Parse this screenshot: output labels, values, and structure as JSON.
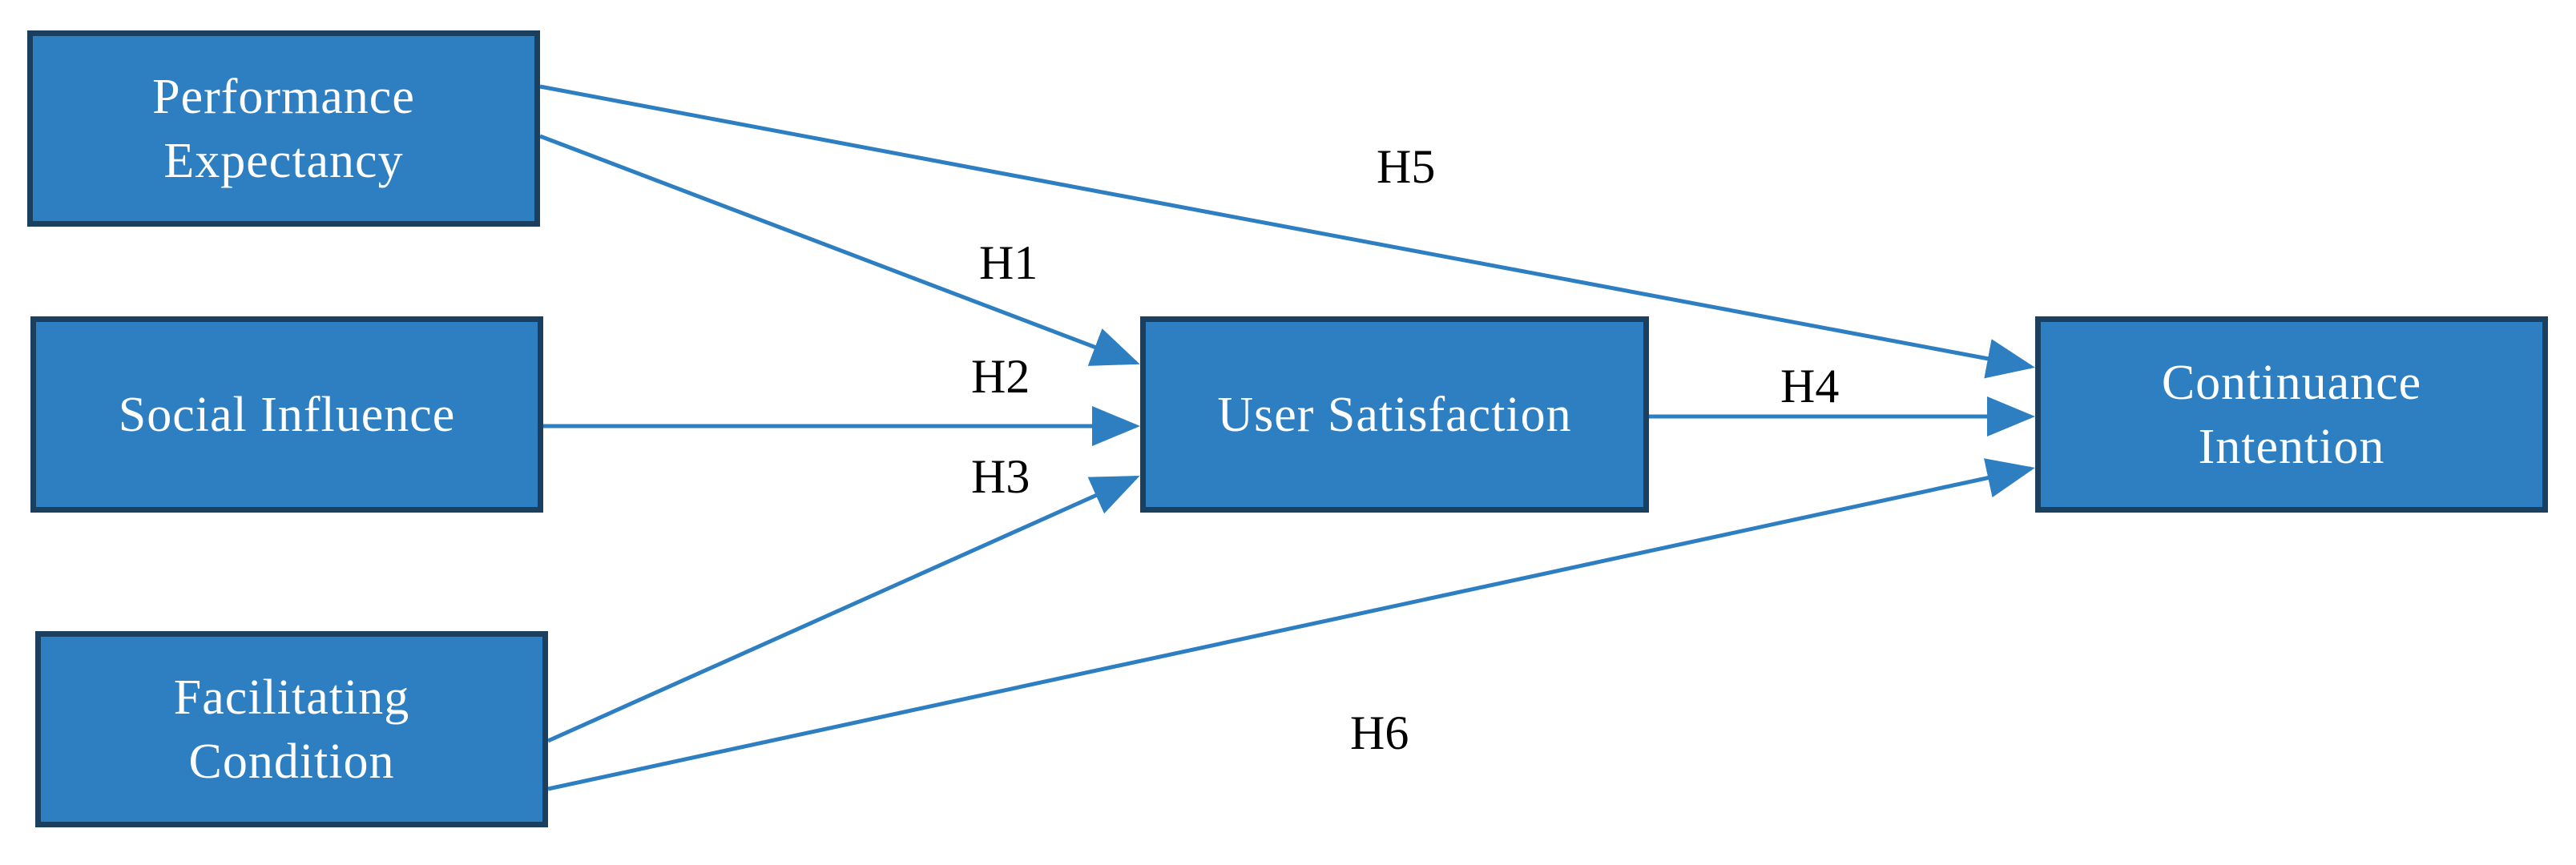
{
  "diagram": {
    "colors": {
      "box_fill": "#2e7fc1",
      "box_border": "#1b3f5f",
      "box_text": "#ffffff",
      "arrow": "#2e7fc1",
      "label_text": "#000000"
    },
    "nodes": {
      "pe": "Performance\nExpectancy",
      "si": "Social Influence",
      "fc": "Facilitating\nCondition",
      "us": "User Satisfaction",
      "ci": "Continuance\nIntention"
    },
    "hypotheses": {
      "h1": "H1",
      "h2": "H2",
      "h3": "H3",
      "h4": "H4",
      "h5": "H5",
      "h6": "H6"
    },
    "paths": [
      {
        "from": "pe",
        "to": "us",
        "label": "H1"
      },
      {
        "from": "si",
        "to": "us",
        "label": "H2"
      },
      {
        "from": "fc",
        "to": "us",
        "label": "H3"
      },
      {
        "from": "us",
        "to": "ci",
        "label": "H4"
      },
      {
        "from": "pe",
        "to": "ci",
        "label": "H5"
      },
      {
        "from": "fc",
        "to": "ci",
        "label": "H6"
      }
    ]
  }
}
